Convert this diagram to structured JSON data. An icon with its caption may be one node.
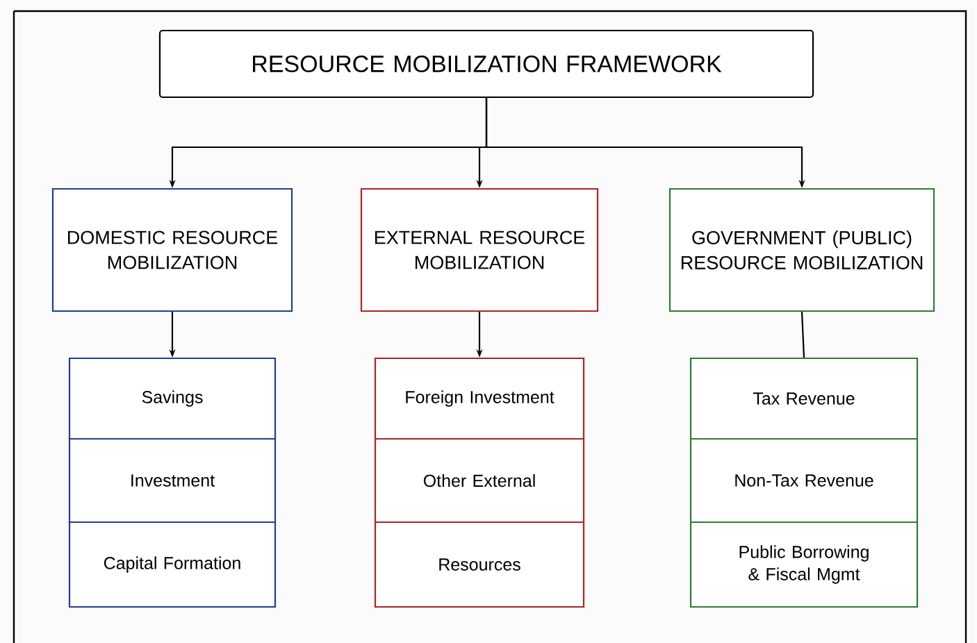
{
  "diagram": {
    "nodes": [
      {
        "text": [
          "RESOURCE MOBILIZATION FRAMEWORK"
        ]
      },
      {
        "text": [
          "DOMESTIC RESOURCE MOBILIZATION"
        ]
      },
      {
        "text": [
          "EXTERNAL RESOURCE MOBILIZATION"
        ]
      },
      {
        "text": [
          "GOVERNMENT (PUBLIC) RESOURCE MOBILIZATION"
        ]
      },
      {
        "text": [
          "Savings"
        ]
      },
      {
        "text": [
          "Investment"
        ]
      },
      {
        "text": [
          "Capital Formation"
        ]
      },
      {
        "text": [
          "Foreign Investment"
        ]
      },
      {
        "text": [
          "Other External"
        ]
      },
      {
        "text": [
          "Resources"
        ]
      },
      {
        "text": [
          "Tax Revenue"
        ]
      },
      {
        "text": [
          "Non-Tax Revenue"
        ]
      },
      {
        "text": [
          "Public Borrowing & Fiscal Mgmt"
        ]
      }
    ],
    "edges": [
      {
        "from": 0,
        "to": 1,
        "arrow": "to"
      },
      {
        "from": 0,
        "to": 2,
        "arrow": "to"
      },
      {
        "from": 0,
        "to": 3,
        "arrow": "to"
      },
      {
        "from": 1,
        "to": 4,
        "arrow": "to"
      },
      {
        "from": 2,
        "to": 7,
        "arrow": "to"
      },
      {
        "from": 3,
        "to": 10,
        "arrow": "none"
      }
    ]
  }
}
